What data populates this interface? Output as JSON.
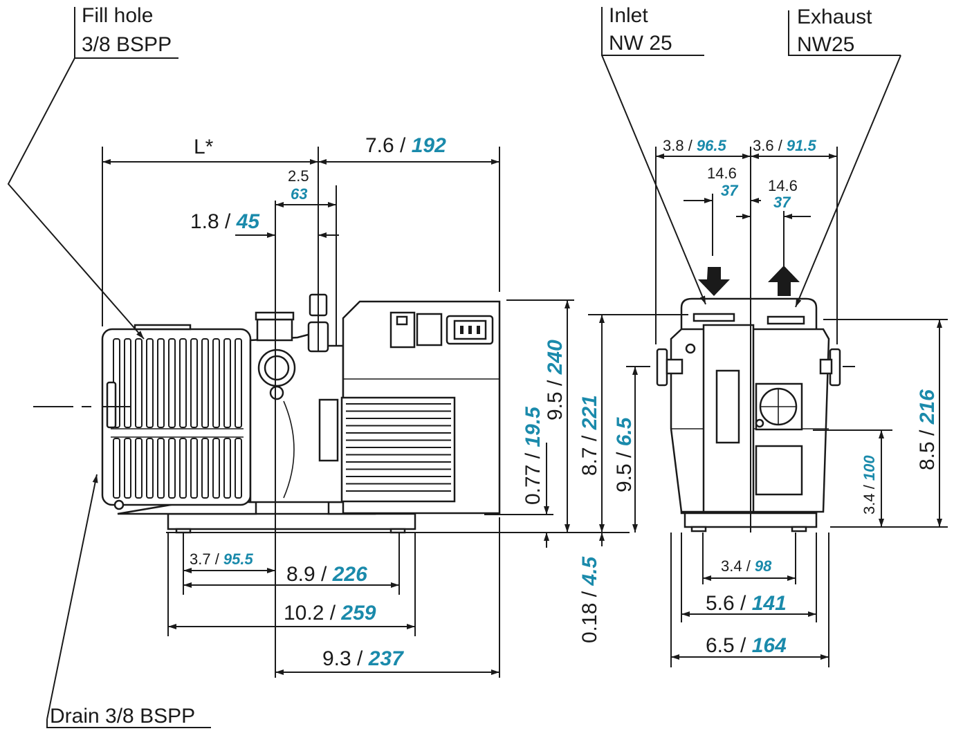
{
  "callouts": {
    "fill_hole": [
      "Fill hole",
      "3/8 BSPP"
    ],
    "drain": "Drain 3/8 BSPP",
    "inlet": [
      "Inlet",
      "NW 25"
    ],
    "exhaust": [
      "Exhaust",
      "NW25"
    ]
  },
  "dimensions": {
    "L": "L*",
    "d_7_6_in": "7.6 / ",
    "d_7_6_mm": "192",
    "d_2_5_in": "2.5",
    "d_2_5_mm": "63",
    "d_1_8_in": "1.8 / ",
    "d_1_8_mm": "45",
    "d_3_7_in": "3.7 / ",
    "d_3_7_mm": "95.5",
    "d_8_9_in": "8.9 / ",
    "d_8_9_mm": "226",
    "d_10_2_in": "10.2 / ",
    "d_10_2_mm": "259",
    "d_9_3_in": "9.3 / ",
    "d_9_3_mm": "237",
    "d_0_77_in": "0.77 / ",
    "d_0_77_mm": "19.5",
    "d_9_5a_in": "9.5 / ",
    "d_9_5a_mm": "240",
    "d_8_7_in": "8.7 / ",
    "d_8_7_mm": "221",
    "d_0_18_in": "0.18 / ",
    "d_0_18_mm": "4.5",
    "d_9_5b_in": "9.5 / ",
    "d_9_5b_mm": "6.5",
    "d_3_8_in": "3.8 / ",
    "d_3_8_mm": "96.5",
    "d_3_6_in": "3.6 / ",
    "d_3_6_mm": "91.5",
    "d_14_6a_in": "14.6",
    "d_14_6a_mm": "37",
    "d_14_6b_in": "14.6",
    "d_14_6b_mm": "37",
    "d_3_4a_in": "3.4 / ",
    "d_3_4a_mm": "100",
    "d_8_5_in": "8.5 / ",
    "d_8_5_mm": "216",
    "d_3_4b_in": "3.4 / ",
    "d_3_4b_mm": "98",
    "d_5_6_in": "5.6 / ",
    "d_5_6_mm": "141",
    "d_6_5_in": "6.5 / ",
    "d_6_5_mm": "164"
  },
  "colors": {
    "metric": "#1a8aab",
    "ink": "#1a1a1a"
  }
}
